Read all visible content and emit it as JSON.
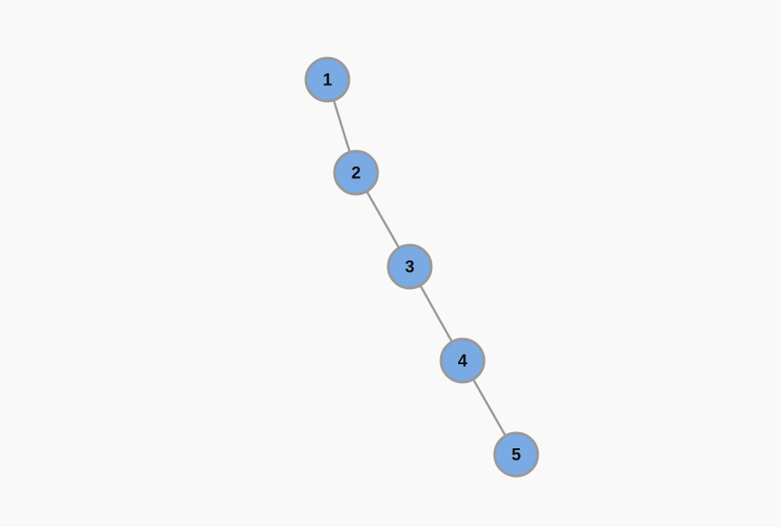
{
  "graph": {
    "nodes": [
      {
        "id": "1",
        "label": "1"
      },
      {
        "id": "2",
        "label": "2"
      },
      {
        "id": "3",
        "label": "3"
      },
      {
        "id": "4",
        "label": "4"
      },
      {
        "id": "5",
        "label": "5"
      }
    ],
    "edges": [
      {
        "source": "1",
        "target": "2"
      },
      {
        "source": "2",
        "target": "3"
      },
      {
        "source": "3",
        "target": "4"
      },
      {
        "source": "4",
        "target": "5"
      }
    ],
    "colors": {
      "background": "#f9f9f9",
      "node_fill": "#7aaae3",
      "node_stroke": "#999999",
      "edge": "#999999",
      "label": "#111111"
    }
  }
}
